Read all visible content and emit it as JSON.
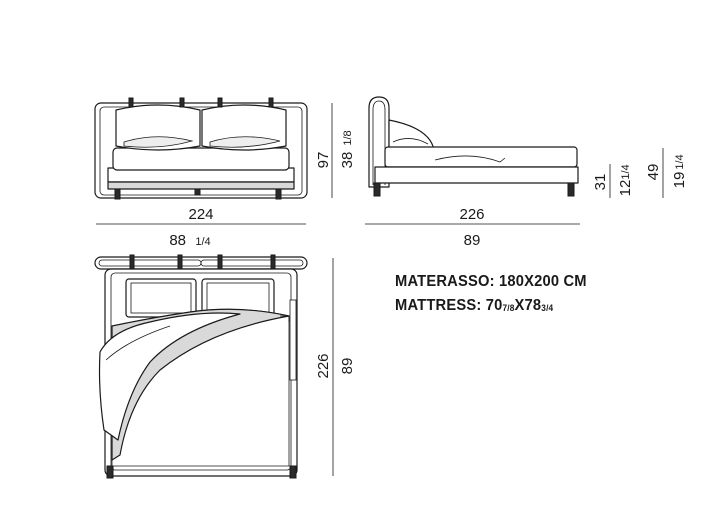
{
  "front_view": {
    "width_cm": "224",
    "width_in_whole": "88",
    "width_in_frac": "1/4",
    "height_cm": "97",
    "height_in_whole": "38",
    "height_in_frac": "1/8"
  },
  "side_view": {
    "length_cm": "226",
    "length_in": "89",
    "frame_height_cm": "31",
    "frame_height_in_whole": "12",
    "frame_height_in_frac": "1/4",
    "mattress_top_cm": "49",
    "mattress_top_in_whole": "19",
    "mattress_top_in_frac": "1/4"
  },
  "top_view": {
    "length_cm": "226",
    "length_in": "89"
  },
  "mattress_spec": {
    "italian_label": "MATERASSO: 180X200 CM",
    "english_prefix": "MATTRESS: 70",
    "english_frac1": "7/8",
    "english_mid": "X78",
    "english_frac2": "3/4"
  }
}
